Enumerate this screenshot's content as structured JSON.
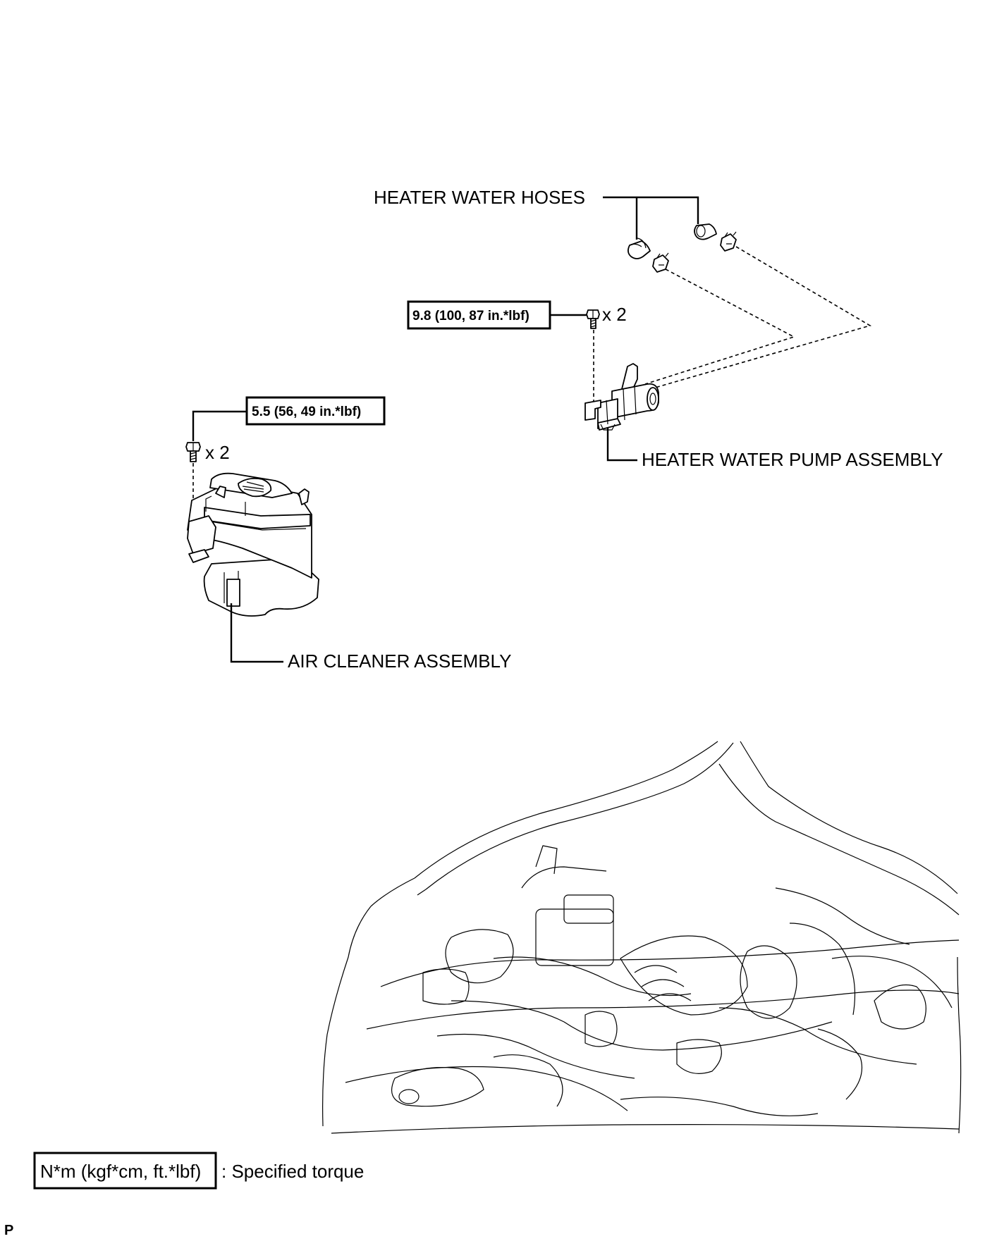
{
  "labels": {
    "heater_water_hoses": "HEATER WATER HOSES",
    "heater_water_pump_assembly": "HEATER WATER PUMP ASSEMBLY",
    "air_cleaner_assembly": "AIR CLEANER ASSEMBLY"
  },
  "torques": {
    "pump_bolt": "9.8 (100, 87 in.*lbf)",
    "air_cleaner_bolt": "5.5 (56, 49 in.*lbf)"
  },
  "quantities": {
    "pump_bolt": "x 2",
    "air_cleaner_bolt": "x 2"
  },
  "legend": {
    "unit_box": "N*m (kgf*cm, ft.*lbf)",
    "description": ": Specified torque"
  },
  "corner_mark": "P"
}
